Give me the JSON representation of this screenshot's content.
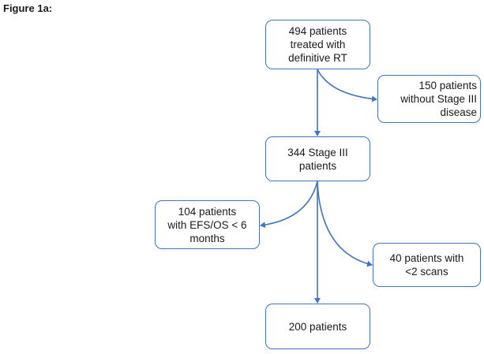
{
  "figure_label": "Figure 1a:",
  "boxes": {
    "start": {
      "lines": [
        "494 patients",
        "treated with",
        "definitive RT"
      ]
    },
    "exclude1": {
      "lines": [
        "150 patients",
        "without Stage III",
        "disease"
      ]
    },
    "stage3": {
      "lines": [
        "344 Stage III",
        "patients"
      ]
    },
    "exclude2": {
      "lines": [
        "104 patients",
        "with EFS/OS < 6",
        "months"
      ]
    },
    "exclude3": {
      "lines": [
        "40 patients with",
        "<2 scans"
      ]
    },
    "final": {
      "lines": [
        "200 patients"
      ]
    }
  },
  "colors": {
    "box_border": "#4472c4",
    "arrow": "#4472c4",
    "text": "#1a1a1a"
  }
}
